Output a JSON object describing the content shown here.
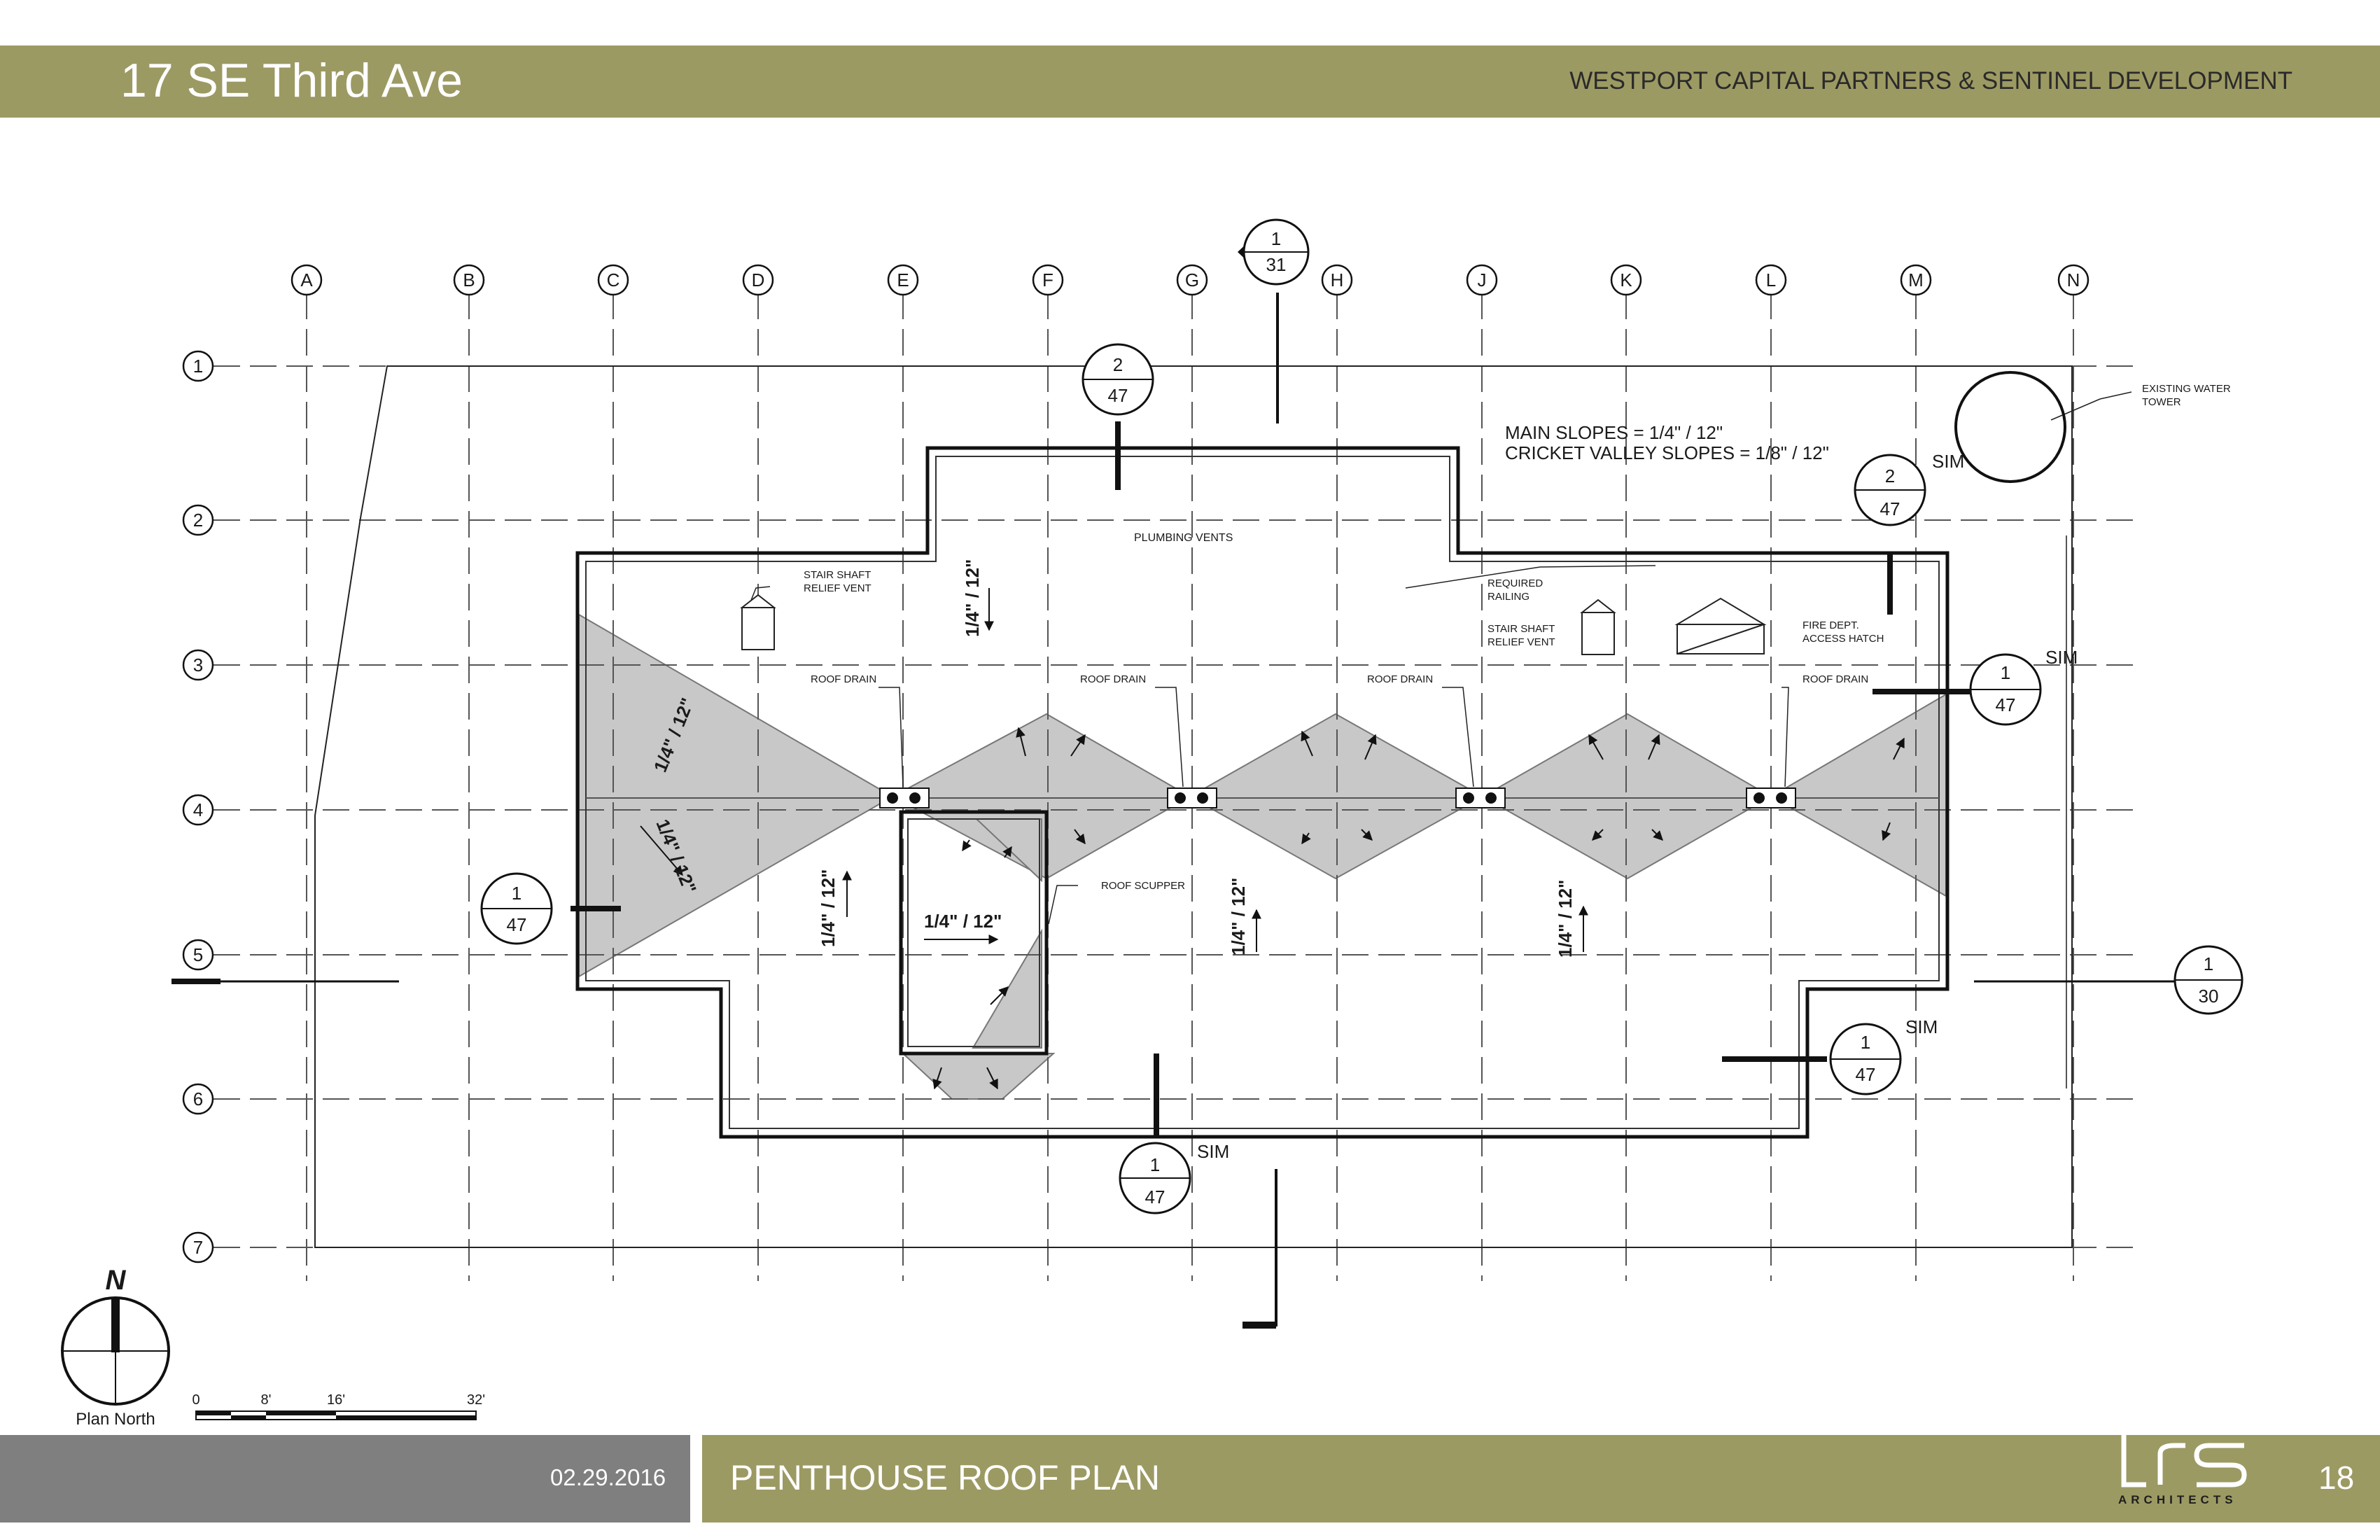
{
  "header": {
    "project_title": "17 SE Third Ave",
    "client": "WESTPORT CAPITAL PARTNERS & SENTINEL DEVELOPMENT"
  },
  "grid": {
    "columns": [
      "A",
      "B",
      "C",
      "D",
      "E",
      "F",
      "G",
      "H",
      "J",
      "K",
      "L",
      "M",
      "N"
    ],
    "rows": [
      "1",
      "2",
      "3",
      "4",
      "5",
      "6",
      "7"
    ]
  },
  "notes": {
    "main_slopes": "MAIN SLOPES = 1/4\" / 12\"",
    "cricket_slopes": "CRICKET VALLEY SLOPES = 1/8\" / 12\"",
    "plumbing_vents": "PLUMBING VENTS",
    "stair_vent_1": "STAIR SHAFT",
    "stair_vent_2": "RELIEF VENT",
    "railing_1": "REQUIRED",
    "railing_2": "RAILING",
    "hatch_1": "FIRE DEPT.",
    "hatch_2": "ACCESS HATCH",
    "roof_drain": "ROOF DRAIN",
    "roof_scupper": "ROOF SCUPPER",
    "water_tower_1": "EXISTING WATER",
    "water_tower_2": "TOWER",
    "slope": "1/4\" / 12\"",
    "sim": "SIM"
  },
  "section_tags": [
    {
      "top": "1",
      "bottom": "31"
    },
    {
      "top": "2",
      "bottom": "47"
    },
    {
      "top": "2",
      "bottom": "47"
    },
    {
      "top": "1",
      "bottom": "47"
    },
    {
      "top": "1",
      "bottom": "47"
    },
    {
      "top": "1",
      "bottom": "30"
    },
    {
      "top": "1",
      "bottom": "47"
    },
    {
      "top": "1",
      "bottom": "47"
    }
  ],
  "north_arrow": {
    "letter": "N",
    "label": "Plan North"
  },
  "scale_bar": {
    "ticks": [
      "0",
      "8'",
      "16'",
      "32'"
    ]
  },
  "footer": {
    "date": "02.29.2016",
    "sheet_title": "PENTHOUSE ROOF PLAN",
    "logo": "lrs",
    "logo_sub": "ARCHITECTS",
    "page_number": "18"
  },
  "colors": {
    "band": "#9c9a63",
    "footer_grey": "#7f7f7f",
    "cricket_fill": "#c8c8c8"
  }
}
